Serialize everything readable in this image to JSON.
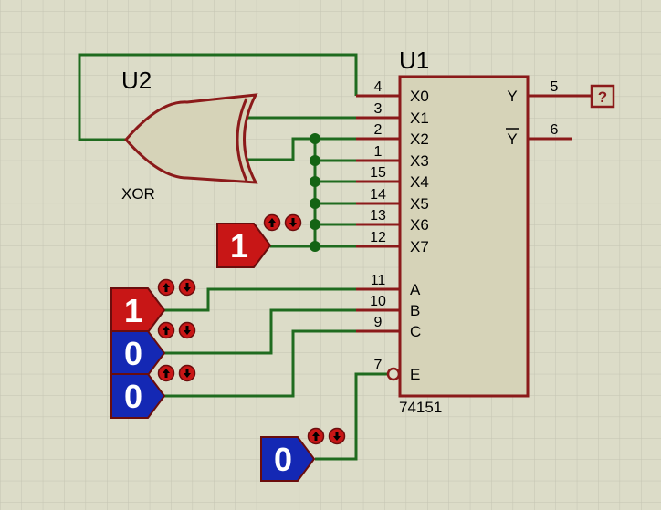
{
  "colors": {
    "background": "#dcdcc8",
    "grid": "#c4c4b2",
    "wire_green": "#1f6b1f",
    "wire_red": "#8b1a1a",
    "body_fill": "#d6d3b8",
    "logic_high": "#c81616",
    "logic_low": "#1428b4",
    "junction": "#146414"
  },
  "u1": {
    "ref": "U1",
    "part": "74151",
    "inputs": [
      {
        "name": "X0",
        "pin": "4"
      },
      {
        "name": "X1",
        "pin": "3"
      },
      {
        "name": "X2",
        "pin": "2"
      },
      {
        "name": "X3",
        "pin": "1"
      },
      {
        "name": "X4",
        "pin": "15"
      },
      {
        "name": "X5",
        "pin": "14"
      },
      {
        "name": "X6",
        "pin": "13"
      },
      {
        "name": "X7",
        "pin": "12"
      },
      {
        "name": "A",
        "pin": "11"
      },
      {
        "name": "B",
        "pin": "10"
      },
      {
        "name": "C",
        "pin": "9"
      },
      {
        "name": "E",
        "pin": "7"
      }
    ],
    "outputs": [
      {
        "name": "Y",
        "pin": "5"
      },
      {
        "name": "Y",
        "pin": "6"
      }
    ]
  },
  "u2": {
    "ref": "U2",
    "type": "XOR"
  },
  "probe": {
    "symbol": "?"
  },
  "logic_states": [
    {
      "id": "x-high",
      "value": "1"
    },
    {
      "id": "a",
      "value": "1"
    },
    {
      "id": "b",
      "value": "0"
    },
    {
      "id": "c",
      "value": "0"
    },
    {
      "id": "e",
      "value": "0"
    }
  ],
  "toggle_icons": [
    "up-arrow-icon",
    "down-arrow-icon"
  ]
}
